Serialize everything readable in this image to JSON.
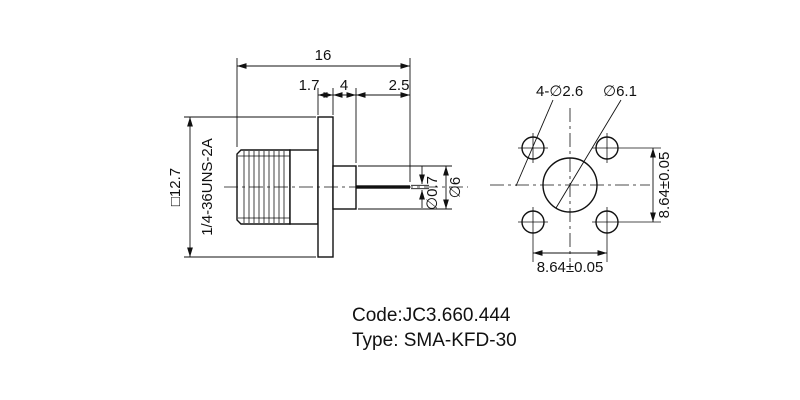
{
  "drawing": {
    "side": {
      "overall_length": "16",
      "flange_thickness": "1.7",
      "barrel_length": "4",
      "pin_length": "2.5",
      "flange_square": "□12.7",
      "thread": "1/4-36UNS-2A",
      "pin_diameter": "∅0.7",
      "barrel_diameter": "∅6"
    },
    "front": {
      "mounting_holes": "4-∅2.6",
      "center_hole": "∅6.1",
      "hole_pitch_horizontal": "8.64±0.05",
      "hole_pitch_vertical": "8.64±0.05"
    }
  },
  "footer": {
    "code": "Code:JC3.660.444",
    "type": "Type: SMA-KFD-30"
  },
  "colors": {
    "line": "#111111",
    "background": "#ffffff"
  }
}
